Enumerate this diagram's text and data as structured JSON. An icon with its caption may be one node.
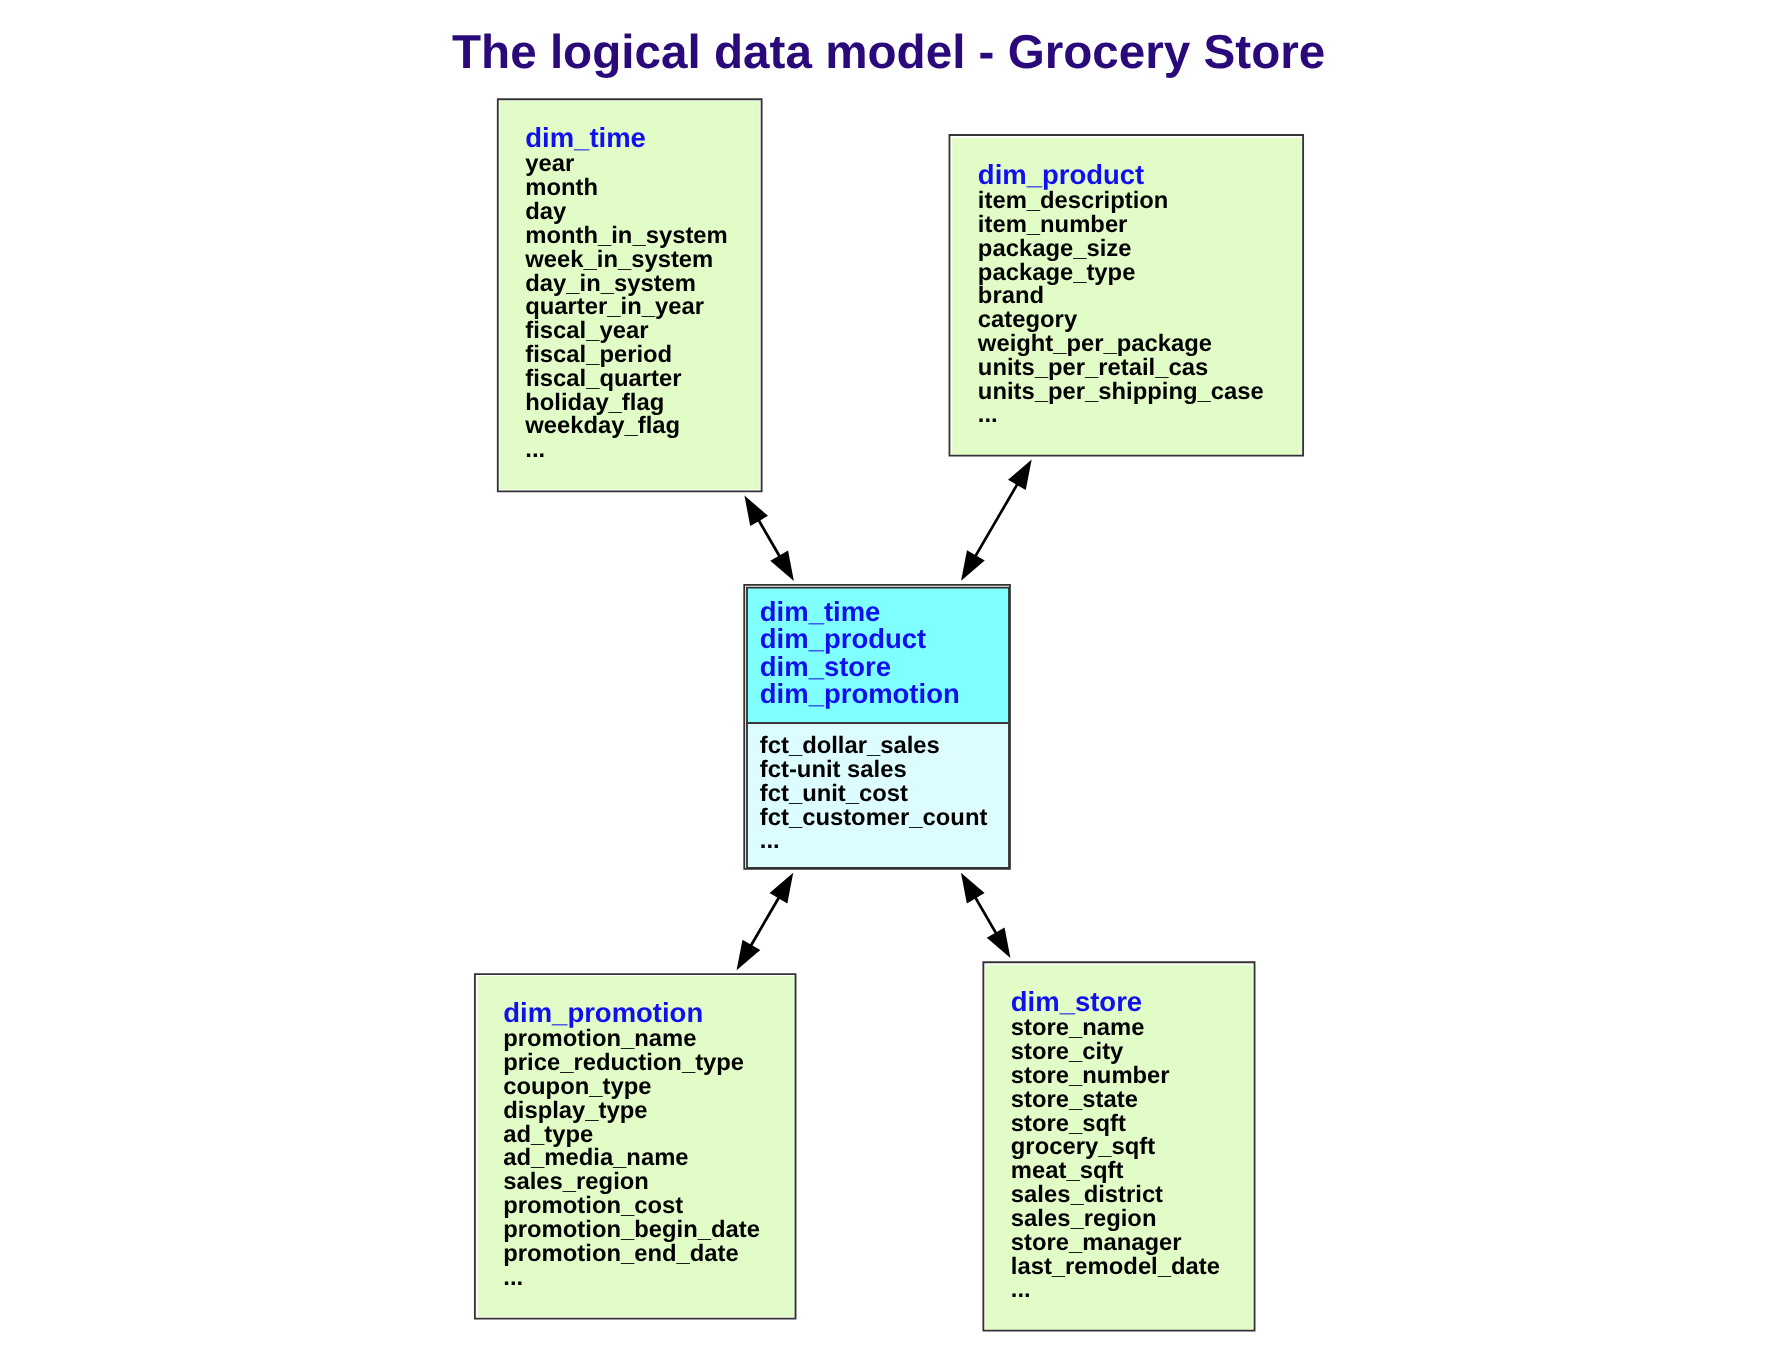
{
  "diagram": {
    "title": "The logical data model - Grocery Store",
    "nodes": [
      {
        "text": [
          "dim_time",
          "year",
          "month",
          "day",
          "month_in_system",
          "week_in_system",
          "day_in_system",
          "quarter_in_year",
          "fiscal_year",
          "fiscal_period",
          "fiscal_quarter",
          "holiday_flag",
          "weekday_flag",
          "..."
        ]
      },
      {
        "text": [
          "dim_product",
          "item_description",
          "item_number",
          "package_size",
          "package_type",
          "brand",
          "category",
          "weight_per_package",
          "units_per_retail_cas",
          "units_per_shipping_case",
          "..."
        ]
      },
      {
        "text": [
          "dim_time",
          "dim_product",
          "dim_store",
          "dim_promotion",
          "fct_dollar_sales",
          "fct-unit sales",
          "fct_unit_cost",
          "fct_customer_count",
          "..."
        ]
      },
      {
        "text": [
          "dim_promotion",
          "promotion_name",
          "price_reduction_type",
          "coupon_type",
          "display_type",
          "ad_type",
          "ad_media_name",
          "sales_region",
          "promotion_cost",
          "promotion_begin_date",
          "promotion_end_date",
          "..."
        ]
      },
      {
        "text": [
          "dim_store",
          "store_name",
          "store_city",
          "store_number",
          "store_state",
          "store_sqft",
          "grocery_sqft",
          "meat_sqft",
          "sales_district",
          "sales_region",
          "store_manager",
          "last_remodel_date",
          "..."
        ]
      }
    ],
    "edges": [
      {
        "from": 0,
        "to": 2,
        "arrow": "both"
      },
      {
        "from": 1,
        "to": 2,
        "arrow": "both"
      },
      {
        "from": 2,
        "to": 3,
        "arrow": "both"
      },
      {
        "from": 2,
        "to": 4,
        "arrow": "both"
      }
    ]
  }
}
